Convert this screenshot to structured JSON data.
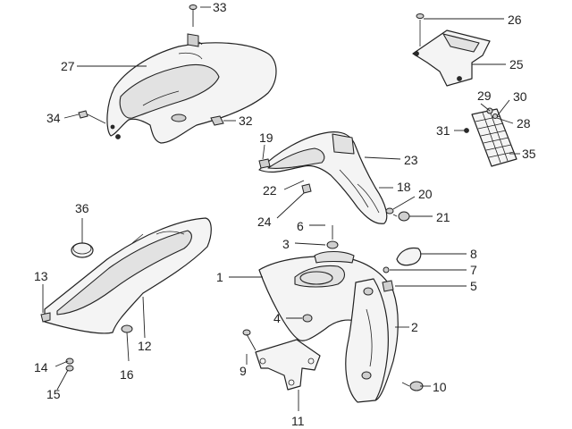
{
  "figure": {
    "type": "exploded-parts-diagram",
    "callouts": [
      {
        "num": "1"
      },
      {
        "num": "2"
      },
      {
        "num": "3"
      },
      {
        "num": "4"
      },
      {
        "num": "5"
      },
      {
        "num": "6"
      },
      {
        "num": "7"
      },
      {
        "num": "8"
      },
      {
        "num": "9"
      },
      {
        "num": "10"
      },
      {
        "num": "11"
      },
      {
        "num": "12"
      },
      {
        "num": "13"
      },
      {
        "num": "14"
      },
      {
        "num": "15"
      },
      {
        "num": "16"
      },
      {
        "num": "18"
      },
      {
        "num": "19"
      },
      {
        "num": "20"
      },
      {
        "num": "21"
      },
      {
        "num": "22"
      },
      {
        "num": "23"
      },
      {
        "num": "24"
      },
      {
        "num": "25"
      },
      {
        "num": "26"
      },
      {
        "num": "27"
      },
      {
        "num": "28"
      },
      {
        "num": "29"
      },
      {
        "num": "30"
      },
      {
        "num": "31"
      },
      {
        "num": "32"
      },
      {
        "num": "33"
      },
      {
        "num": "34"
      },
      {
        "num": "35"
      },
      {
        "num": "36"
      }
    ]
  },
  "colors": {
    "line": "#222222",
    "fill": "#f4f4f4",
    "shade": "#e2e2e2"
  }
}
